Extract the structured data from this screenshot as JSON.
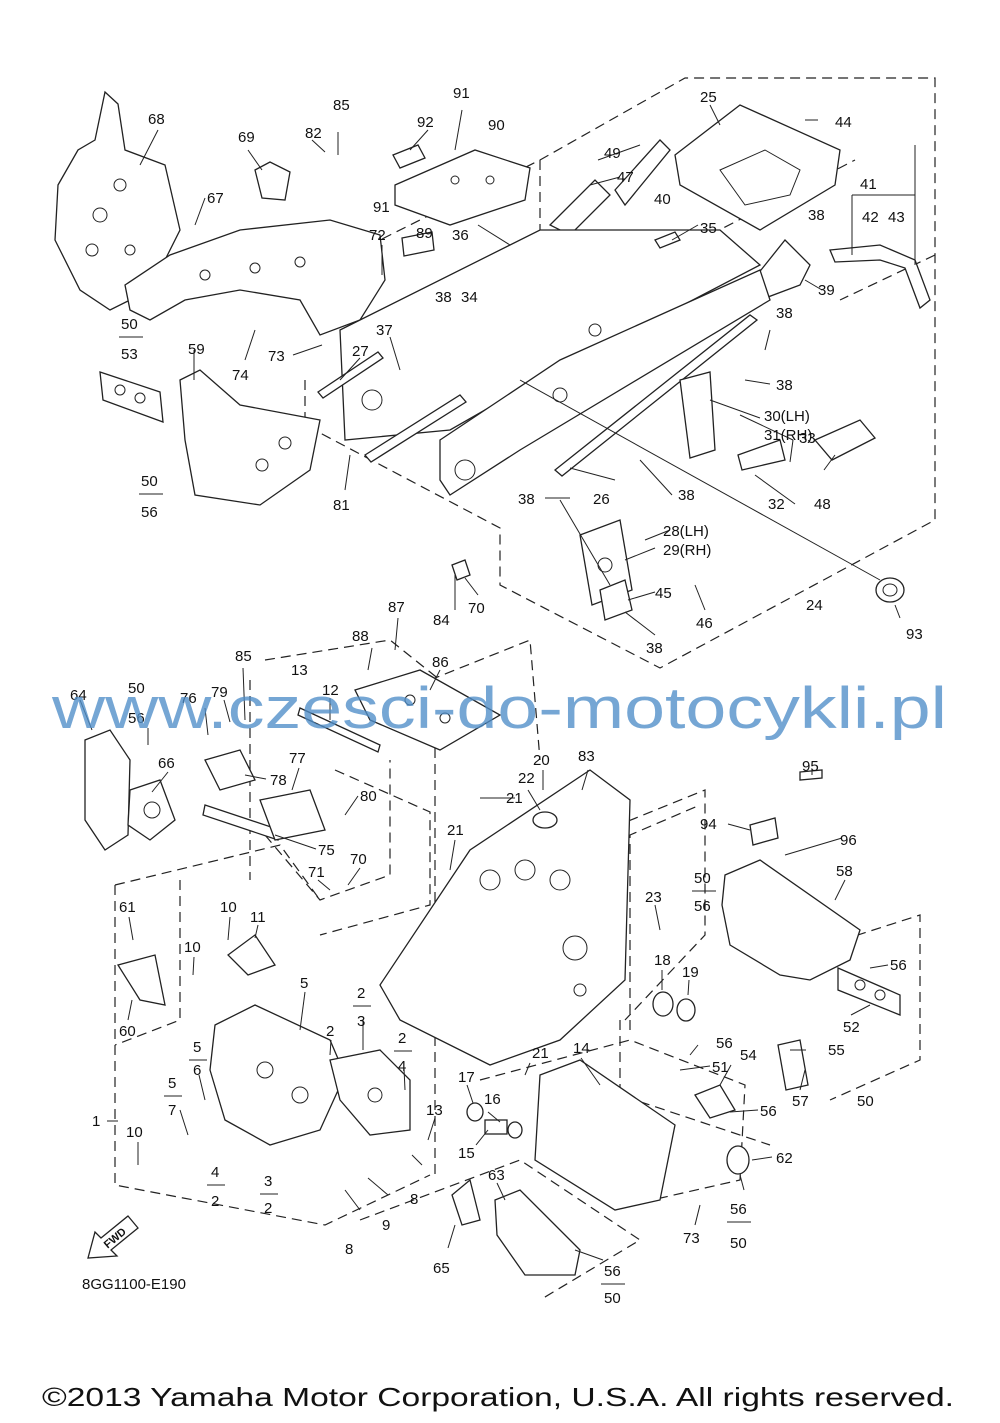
{
  "watermark": "www.czesci-do-motocykli.pl",
  "diagram_code": "8GG1100-E190",
  "fwd_label": "FWD",
  "copyright": "©2013 Yamaha Motor Corporation, U.S.A. All rights reserved.",
  "callouts": {
    "c68": "68",
    "c69": "69",
    "c82": "82",
    "c85a": "85",
    "c92": "92",
    "c91a": "91",
    "c90": "90",
    "c25": "25",
    "c44": "44",
    "c49": "49",
    "c47": "47",
    "c40": "40",
    "c41": "41",
    "c42": "42",
    "c43": "43",
    "c38a": "38",
    "c67": "67",
    "c91b": "91",
    "c89": "89",
    "c36": "36",
    "c72": "72",
    "c35": "35",
    "c38b": "38",
    "c34": "34",
    "c39": "39",
    "c50a": "50",
    "c53": "53",
    "c59": "59",
    "c74": "74",
    "c73a": "73",
    "c27": "27",
    "c37": "37",
    "c38c": "38",
    "c38d": "38",
    "c30": "30(LH)",
    "c31": "31(RH)",
    "c33": "33",
    "c32": "32",
    "c48": "48",
    "c38e": "38",
    "c50b": "50",
    "c56a": "56",
    "c81": "81",
    "c38f": "38",
    "c26": "26",
    "c28": "28(LH)",
    "c29": "29(RH)",
    "c84": "84",
    "c70a": "70",
    "c45": "45",
    "c46": "46",
    "c24": "24",
    "c38g": "38",
    "c93": "93",
    "c87": "87",
    "c88": "88",
    "c86": "86",
    "c85b": "85",
    "c13a": "13",
    "c12": "12",
    "c64": "64",
    "c50c": "50",
    "c56b": "56",
    "c76": "76",
    "c79": "79",
    "c66": "66",
    "c77": "77",
    "c78": "78",
    "c80": "80",
    "c75": "75",
    "c70b": "70",
    "c71": "71",
    "c83": "83",
    "c20": "20",
    "c22": "22",
    "c21a": "21",
    "c21b": "21",
    "c95": "95",
    "c94": "94",
    "c96": "96",
    "c58": "58",
    "c50d": "50",
    "c56c": "56",
    "c23": "23",
    "c61": "61",
    "c10a": "10",
    "c11": "11",
    "c10b": "10",
    "c60": "60",
    "c5a": "5",
    "c2a": "2",
    "c3a": "3",
    "c2b": "2",
    "c2c": "2",
    "c4a": "4",
    "c18": "18",
    "c19": "19",
    "c56d": "56",
    "c52": "52",
    "c5b": "5",
    "c6": "6",
    "c5c": "5",
    "c7": "7",
    "c1": "1",
    "c10c": "10",
    "c21c": "21",
    "c14": "14",
    "c56e": "56",
    "c54": "54",
    "c55": "55",
    "c51": "51",
    "c17": "17",
    "c16": "16",
    "c15": "15",
    "c13b": "13",
    "c56f": "56",
    "c57": "57",
    "c50e": "50",
    "c4b": "4",
    "c2d": "2",
    "c3b": "3",
    "c2e": "2",
    "c9": "9",
    "c8a": "8",
    "c8b": "8",
    "c62": "62",
    "c73b": "73",
    "c56g": "56",
    "c50f": "50",
    "c63": "63",
    "c65": "65",
    "c56h": "56",
    "c50g": "50"
  }
}
